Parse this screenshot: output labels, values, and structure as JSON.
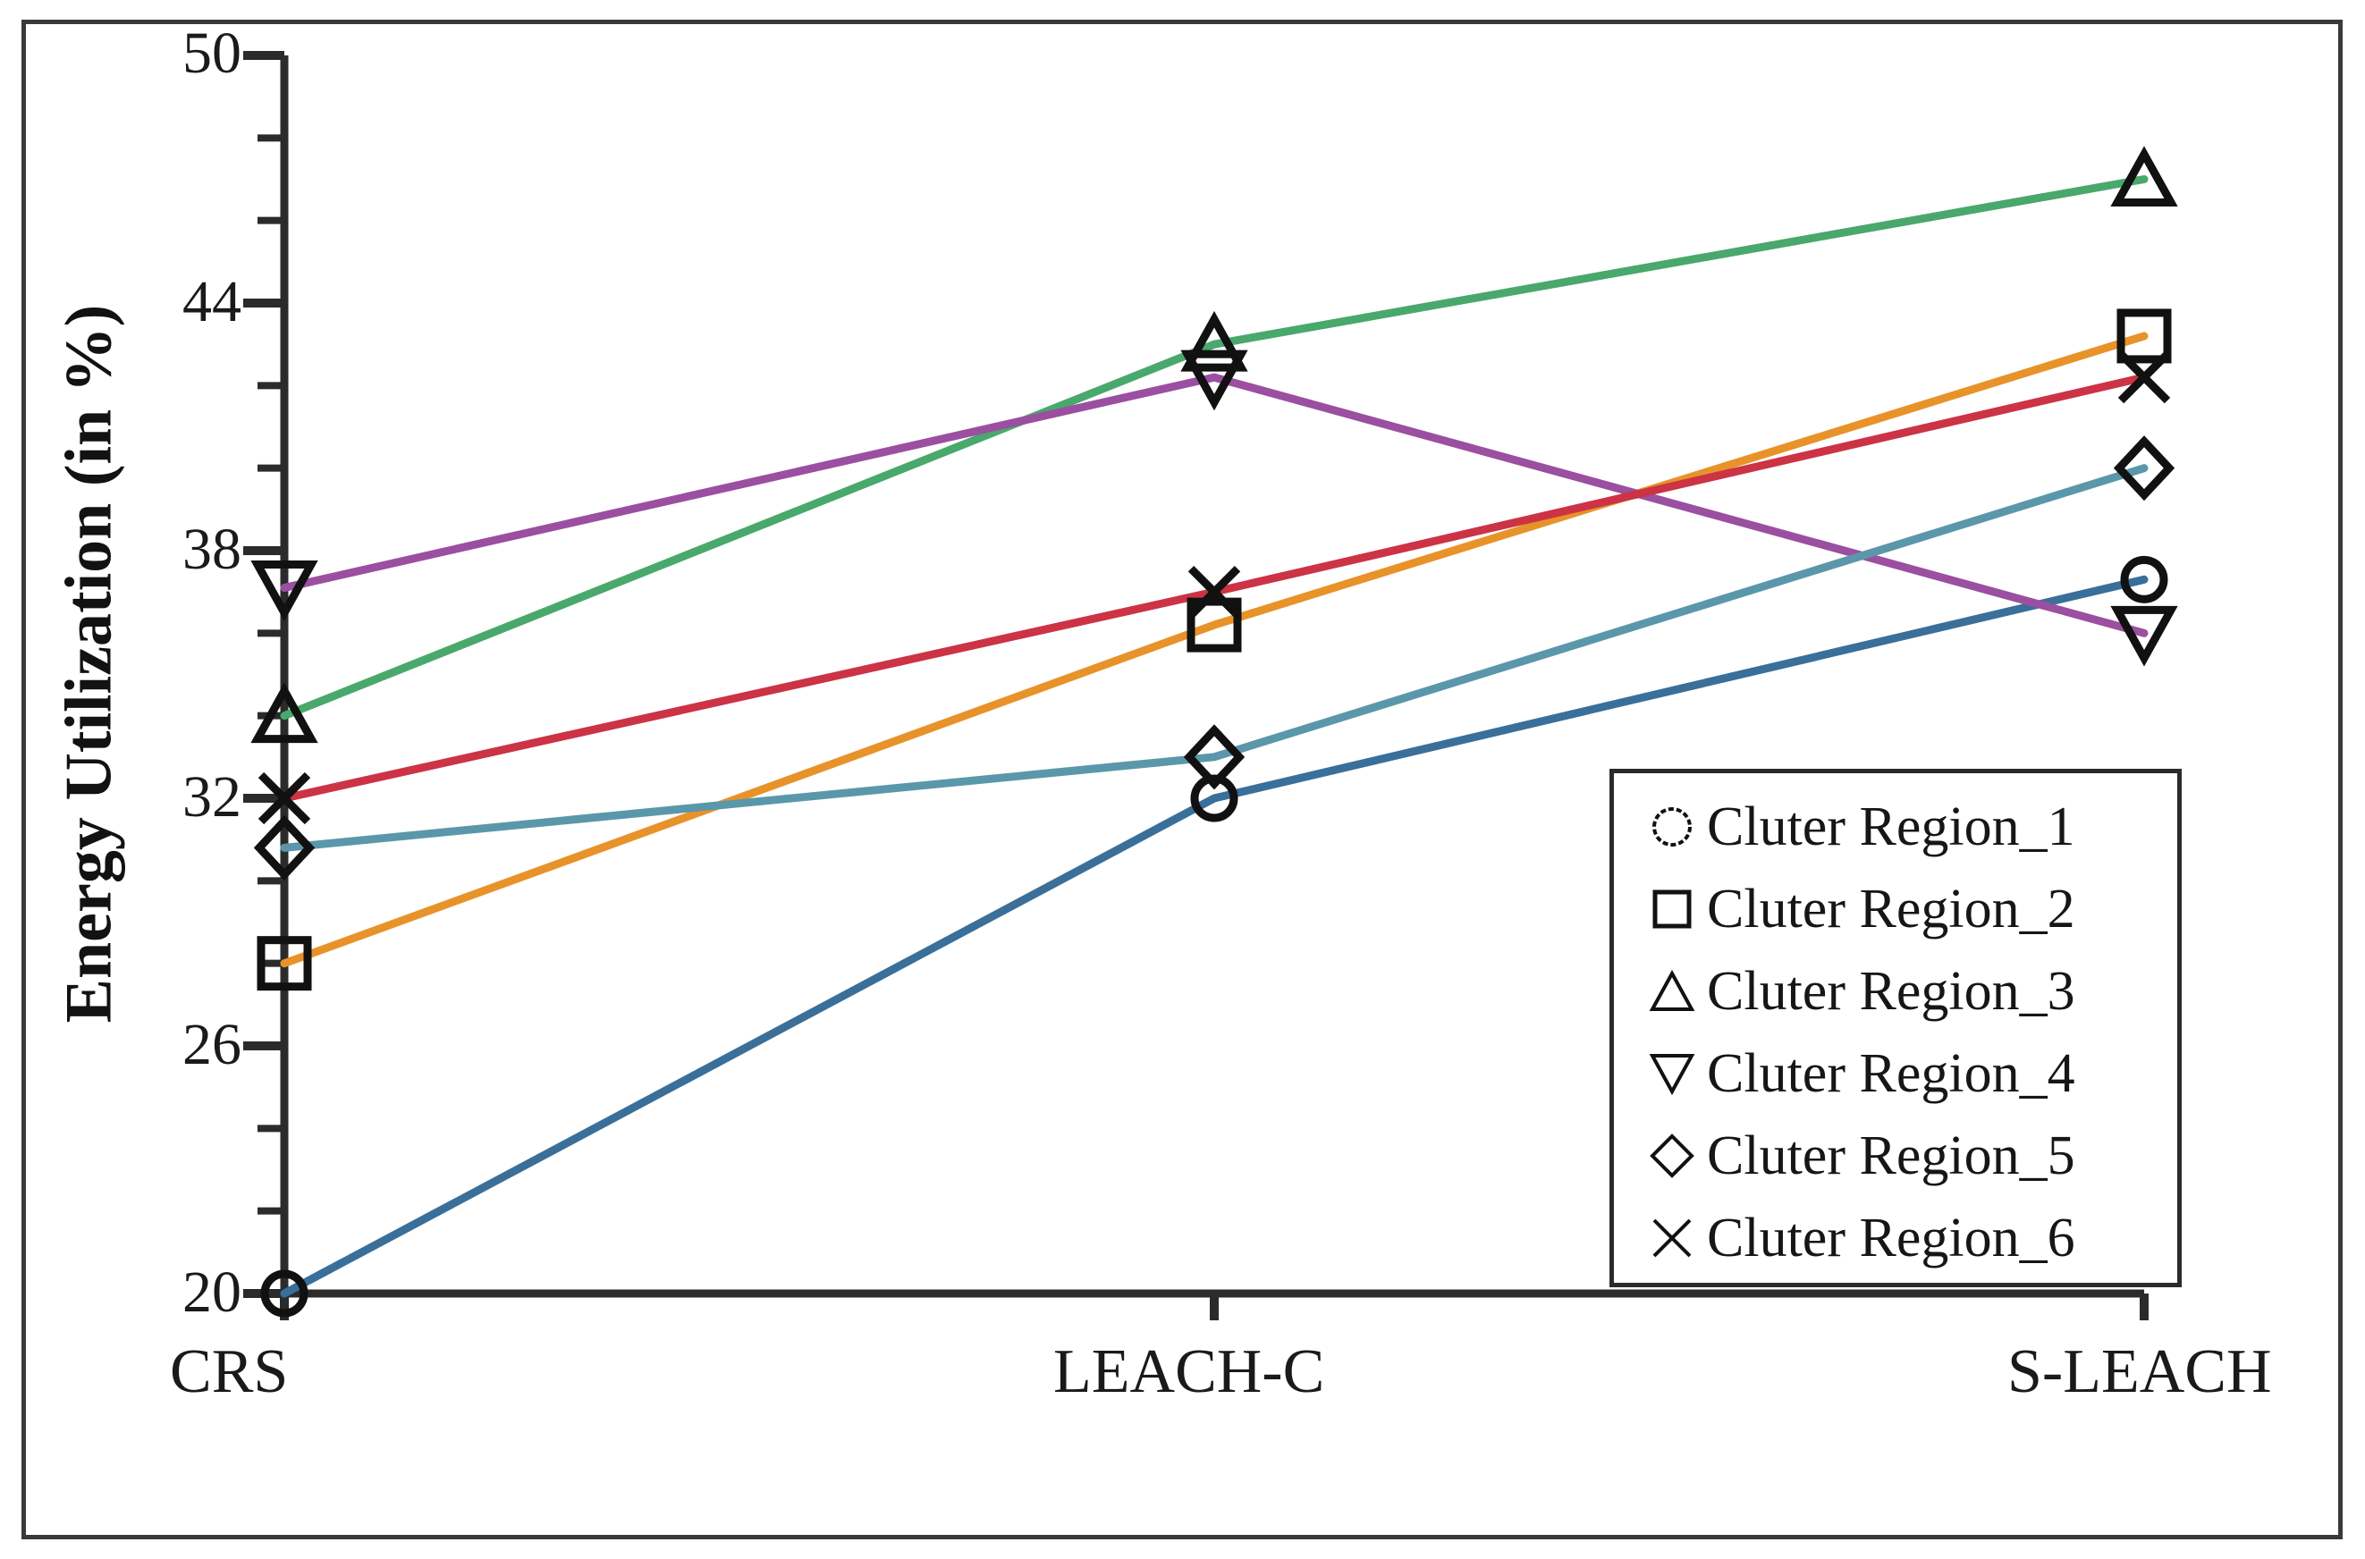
{
  "chart_data": {
    "type": "line",
    "title": "",
    "xlabel": "",
    "ylabel": "Energy Utilization (in %)",
    "categories": [
      "CRS",
      "LEACH-C",
      "S-LEACH"
    ],
    "ylim": [
      20,
      50
    ],
    "yticks": [
      20,
      26,
      32,
      38,
      44,
      50
    ],
    "ytick_labels": [
      "20",
      "26",
      "32",
      "38",
      "44",
      "50"
    ],
    "minor_tick_step": 2,
    "grid": false,
    "legend_position": "bottom-right",
    "series": [
      {
        "name": "Cluter Region_1",
        "marker": "circle",
        "color": "#3a6f99",
        "values": [
          20.0,
          32.0,
          37.3
        ]
      },
      {
        "name": "Cluter Region_2",
        "marker": "square",
        "color": "#e8922a",
        "values": [
          28.0,
          36.2,
          43.2
        ]
      },
      {
        "name": "Cluter Region_3",
        "marker": "triangle-up",
        "color": "#49a86b",
        "values": [
          34.0,
          43.0,
          47.0
        ]
      },
      {
        "name": "Cluter Region_4",
        "marker": "triangle-down",
        "color": "#9b4fa0",
        "values": [
          37.1,
          42.2,
          36.0
        ]
      },
      {
        "name": "Cluter Region_5",
        "marker": "diamond",
        "color": "#5b97ab",
        "values": [
          30.8,
          33.0,
          40.0
        ]
      },
      {
        "name": "Cluter Region_6",
        "marker": "x",
        "color": "#cc3344",
        "values": [
          32.0,
          37.0,
          42.2
        ]
      }
    ]
  },
  "legend": {
    "items": [
      {
        "label": "Cluter Region_1",
        "marker": "circle-icon"
      },
      {
        "label": "Cluter Region_2",
        "marker": "square-icon"
      },
      {
        "label": "Cluter Region_3",
        "marker": "triangle-up-icon"
      },
      {
        "label": "Cluter Region_4",
        "marker": "triangle-down-icon"
      },
      {
        "label": "Cluter Region_5",
        "marker": "diamond-icon"
      },
      {
        "label": "Cluter Region_6",
        "marker": "x-icon"
      }
    ]
  },
  "axes": {
    "y_title": "Energy Utilization (in %)",
    "y_tick_labels": [
      "50",
      "44",
      "38",
      "32",
      "26",
      "20"
    ],
    "x_tick_labels": [
      "CRS",
      "LEACH-C",
      "S-LEACH"
    ]
  },
  "colors": {
    "axis": "#2b2b2b",
    "frame": "#3a3a3a",
    "background": "#ffffff",
    "marker_outline": "#111111"
  }
}
